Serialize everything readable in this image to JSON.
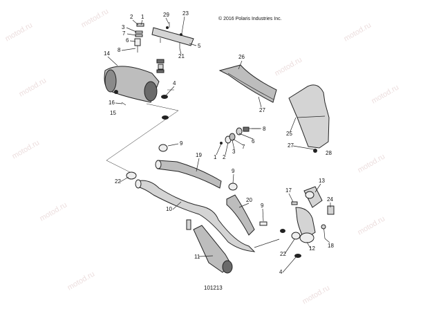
{
  "copyright": "© 2016 Polaris Industries Inc.",
  "drawing_id": "101213",
  "watermark": "motod.ru",
  "colors": {
    "ink": "#222222",
    "part_fill": "#d4d4d4",
    "part_dark": "#6a6a6a",
    "watermark": "#ecdede"
  },
  "callouts": [
    "2",
    "1",
    "3",
    "7",
    "6",
    "8",
    "29",
    "23",
    "5",
    "21",
    "14",
    "4",
    "16",
    "15",
    "26",
    "27",
    "8",
    "6",
    "7",
    "25",
    "9",
    "1",
    "2",
    "3",
    "27",
    "28",
    "19",
    "22",
    "9",
    "10",
    "20",
    "17",
    "13",
    "9",
    "24",
    "22",
    "12",
    "18",
    "11",
    "4"
  ]
}
